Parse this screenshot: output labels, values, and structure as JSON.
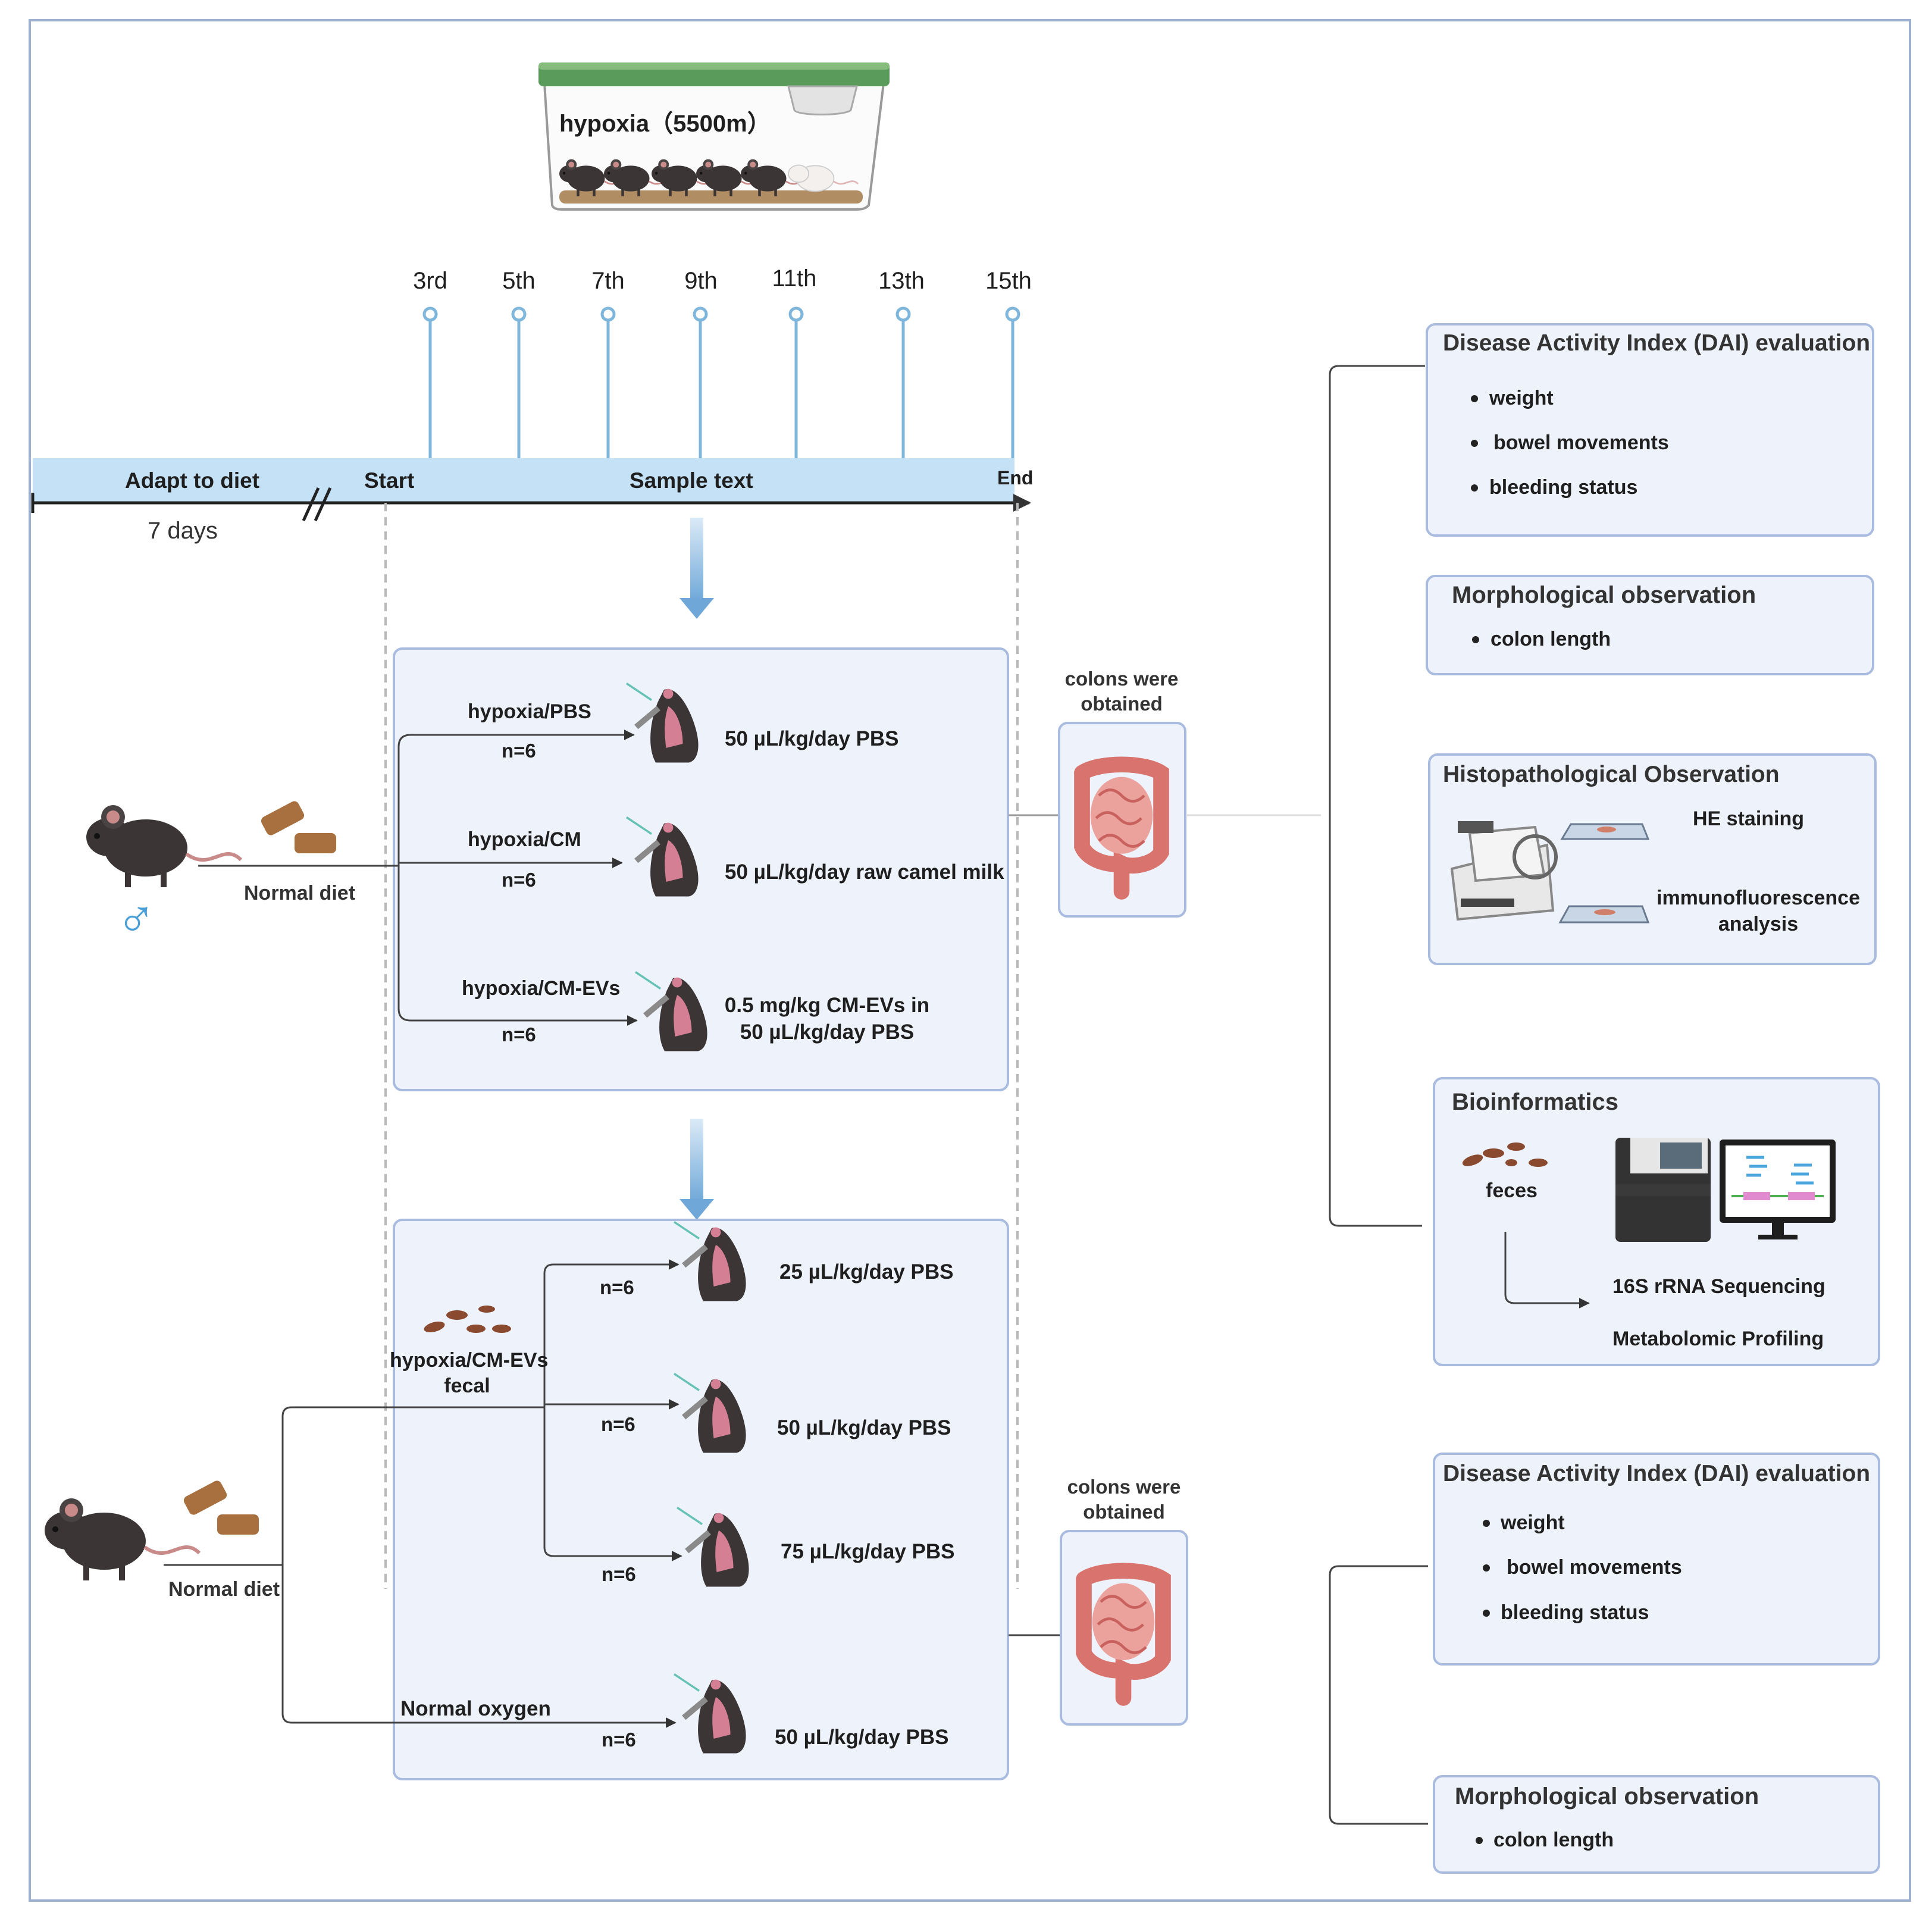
{
  "hypoxia": {
    "label": "hypoxia（5500m）"
  },
  "timeline": {
    "ticks": [
      "3rd",
      "5th",
      "7th",
      "9th",
      "11th",
      "13th",
      "15th"
    ],
    "adapt_label": "Adapt to diet",
    "start_label": "Start",
    "sample_label": "Sample text",
    "end_label": "End",
    "days_label": "7 days"
  },
  "left_group": {
    "diet": "Normal diet",
    "male_symbol": "♂"
  },
  "treatment1": {
    "rows": [
      {
        "group": "hypoxia/PBS",
        "n": "n=6",
        "dose": "50 µL/kg/day PBS"
      },
      {
        "group": "hypoxia/CM",
        "n": "n=6",
        "dose": "50 µL/kg/day raw camel milk"
      },
      {
        "group": "hypoxia/CM-EVs",
        "n": "n=6",
        "dose_line1": "0.5 mg/kg CM-EVs in",
        "dose_line2": "50 µL/kg/day PBS"
      }
    ]
  },
  "colons": {
    "line1": "colons were",
    "line2": "obtained"
  },
  "left_group2": {
    "diet": "Normal diet"
  },
  "treatment2": {
    "fecal_line1": "hypoxia/CM-EVs",
    "fecal_line2": "fecal",
    "rows": [
      {
        "n": "n=6",
        "dose": "25 µL/kg/day PBS"
      },
      {
        "n": "n=6",
        "dose": "50 µL/kg/day PBS"
      },
      {
        "n": "n=6",
        "dose": "75 µL/kg/day PBS"
      }
    ],
    "normal": {
      "group": "Normal oxygen",
      "n": "n=6",
      "dose": "50 µL/kg/day PBS"
    }
  },
  "panels": {
    "dai": {
      "title": "Disease Activity Index (DAI) evaluation",
      "items": [
        "weight",
        "bowel movements",
        "bleeding status"
      ]
    },
    "morph": {
      "title": "Morphological observation",
      "items": [
        "colon length"
      ]
    },
    "histo": {
      "title": "Histopathological Observation",
      "he": "HE staining",
      "if_line1": "immunofluorescence",
      "if_line2": "analysis"
    },
    "bio": {
      "title": "Bioinformatics",
      "feces": "feces",
      "seq": "16S rRNA Sequencing",
      "meta": "Metabolomic Profiling"
    },
    "dai2": {
      "title": "Disease Activity Index (DAI) evaluation",
      "items": [
        "weight",
        "bowel movements",
        "bleeding status"
      ]
    },
    "morph2": {
      "title": "Morphological observation",
      "items": [
        "colon length"
      ]
    }
  },
  "colors": {
    "frame": "#9db0d0",
    "box_fill": "#eef3fb",
    "box_stroke": "#a9bce0",
    "timeline_band": "#c4e1f6",
    "tick": "#7fb6dc",
    "arrow": "#7fb0dc",
    "mouse": "#3b3535",
    "colon": "#e8908c"
  }
}
